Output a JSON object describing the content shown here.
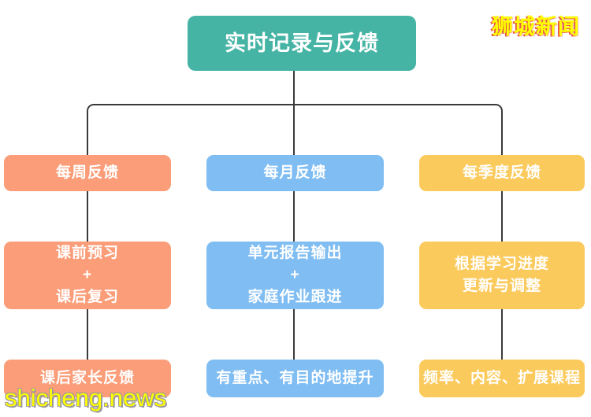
{
  "title": "实时记录与反馈",
  "watermarks": {
    "top_right": "狮城新闻",
    "bottom_left": "shicheng.news"
  },
  "colors": {
    "title_bg": "#45b4a4",
    "weekly": "#fa9d78",
    "monthly": "#7fbdf2",
    "quarterly": "#fbca5d",
    "connector": "#3a3a3a",
    "watermark_text": "#ffff00",
    "watermark_top_outline": "#e2422c",
    "watermark_bottom_outline": "#9a9a9a"
  },
  "columns": [
    {
      "id": "weekly",
      "color": "#fa9d78",
      "boxes": [
        {
          "lines": [
            "每周反馈"
          ]
        },
        {
          "lines": [
            "课前预习",
            "+",
            "课后复习"
          ]
        },
        {
          "lines": [
            "课后家长反馈"
          ]
        }
      ]
    },
    {
      "id": "monthly",
      "color": "#7fbdf2",
      "boxes": [
        {
          "lines": [
            "每月反馈"
          ]
        },
        {
          "lines": [
            "单元报告输出",
            "+",
            "家庭作业跟进"
          ]
        },
        {
          "lines": [
            "有重点、有目的地提升"
          ]
        }
      ]
    },
    {
      "id": "quarterly",
      "color": "#fbca5d",
      "boxes": [
        {
          "lines": [
            "每季度反馈"
          ]
        },
        {
          "lines": [
            "根据学习进度",
            "更新与调整"
          ]
        },
        {
          "lines": [
            "频率、内容、扩展课程"
          ]
        }
      ]
    }
  ]
}
